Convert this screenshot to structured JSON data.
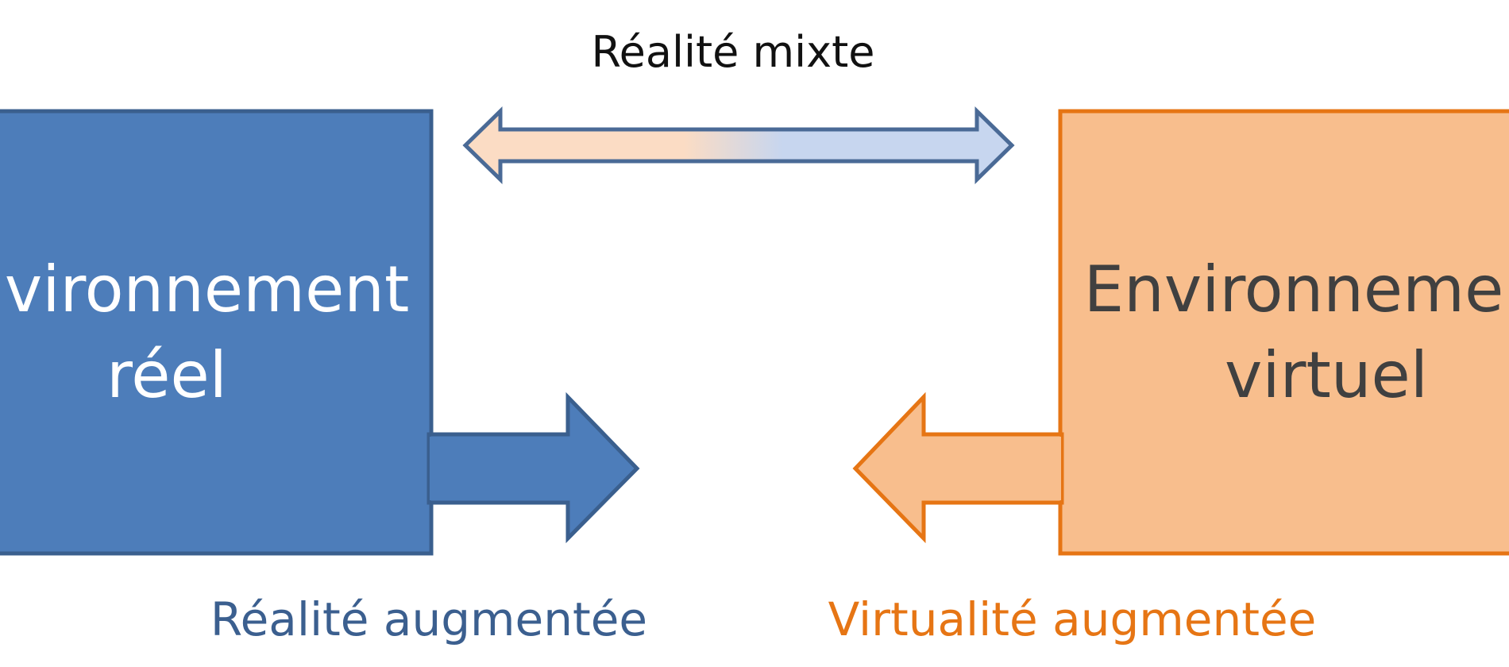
{
  "top_label": "Réalité mixte",
  "real_box": {
    "line1": "Environnement",
    "line2": "réel"
  },
  "virtual_box": {
    "line1": "Environnement",
    "line2": "virtuel"
  },
  "bottom_left_label": "Réalité augmentée",
  "bottom_right_label": "Virtualité augmentée",
  "colors": {
    "real_fill": "#4d7dba",
    "real_stroke": "#3a5f8e",
    "virtual_fill": "#f8be8d",
    "virtual_stroke": "#e67514",
    "double_arrow_left": "#fbdcc4",
    "double_arrow_right": "#c7d6ef",
    "double_arrow_stroke": "#4a6a96",
    "bottom_left_text": "#3b5f8f",
    "bottom_right_text": "#e67514",
    "box_text_real": "#ffffff",
    "box_text_virtual": "#404040"
  }
}
